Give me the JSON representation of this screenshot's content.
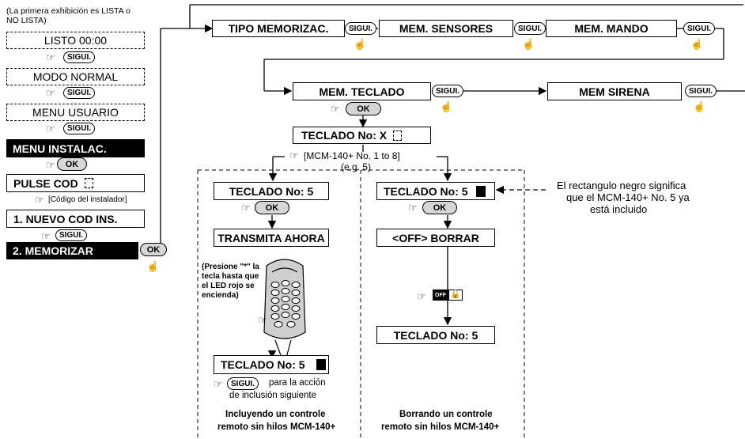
{
  "left_column": {
    "note": "(La primera exhibición es LISTA o NO LISTA)",
    "listo": "LISTO  00:00",
    "modo_normal": "MODO NORMAL",
    "menu_usuario": "MENU USUARIO",
    "menu_instalac": "MENU INSTALAC.",
    "pulse_cod": "PULSE COD",
    "codigo_instalador": "[Código del instalador]",
    "nuevo_cod": "1. NUEVO COD INS.",
    "memorizar": "2. MEMORIZAR"
  },
  "buttons": {
    "sigui": "SIGUI.",
    "ok": "OK",
    "off": "OFF"
  },
  "top_row": {
    "tipo": "TIPO MEMORIZAC.",
    "sensores": "MEM. SENSORES",
    "mando": "MEM. MANDO",
    "teclado": "MEM. TECLADO",
    "sirena": "MEM SIRENA"
  },
  "teclado_x": "TECLADO No: X",
  "mcm_range": "[MCM-140+ No. 1 to 8]",
  "eg": "(e.g. 5)",
  "left_branch": {
    "teclado5": "TECLADO No: 5",
    "transmita": "TRANSMITA AHORA",
    "presione": "(Presione \"*\" la tecla hasta que el LED rojo se encienda)",
    "teclado5_done": "TECLADO No: 5",
    "para_accion": "para la acción",
    "de_inclusion": "de inclusión siguiente",
    "caption1": "Incluyendo un controle",
    "caption2": "remoto sin hilos MCM-140+"
  },
  "right_branch": {
    "teclado5": "TECLADO No: 5",
    "borrar": "<OFF> BORRAR",
    "teclado5_after": "TECLADO No: 5",
    "caption1": "Borrando un controle",
    "caption2": "remoto sin hilos MCM-140+"
  },
  "annotation": {
    "line1": "El rectangulo negro significa",
    "line2": "que el MCM-140+ No. 5 ya",
    "line3": "está incluido"
  },
  "icons": {
    "hand": "pointing-hand-icon",
    "keypad": "keypad-remote-icon",
    "lock": "unlock-icon"
  }
}
